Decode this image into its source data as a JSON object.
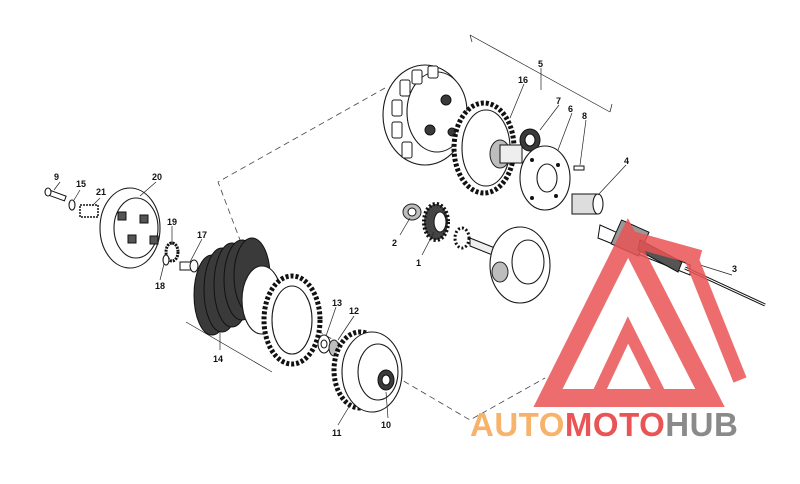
{
  "diagram": {
    "callouts": [
      {
        "id": "1",
        "text": "1"
      },
      {
        "id": "2",
        "text": "2"
      },
      {
        "id": "3",
        "text": "3"
      },
      {
        "id": "4",
        "text": "4"
      },
      {
        "id": "5",
        "text": "5"
      },
      {
        "id": "6",
        "text": "6"
      },
      {
        "id": "7",
        "text": "7"
      },
      {
        "id": "8",
        "text": "8"
      },
      {
        "id": "9",
        "text": "9"
      },
      {
        "id": "10",
        "text": "10"
      },
      {
        "id": "11",
        "text": "11"
      },
      {
        "id": "12",
        "text": "12"
      },
      {
        "id": "13",
        "text": "13"
      },
      {
        "id": "14",
        "text": "14"
      },
      {
        "id": "15",
        "text": "15"
      },
      {
        "id": "16",
        "text": "16"
      },
      {
        "id": "17",
        "text": "17"
      },
      {
        "id": "18",
        "text": "18"
      },
      {
        "id": "19",
        "text": "19"
      },
      {
        "id": "20",
        "text": "20"
      },
      {
        "id": "21",
        "text": "21"
      }
    ]
  },
  "watermark": {
    "part1": "AUTO",
    "part2": "MOTO",
    "part3": "HUB",
    "colors": {
      "orange": "#f7b36b",
      "red": "#ea5455",
      "gray": "#8a8a8a"
    }
  }
}
